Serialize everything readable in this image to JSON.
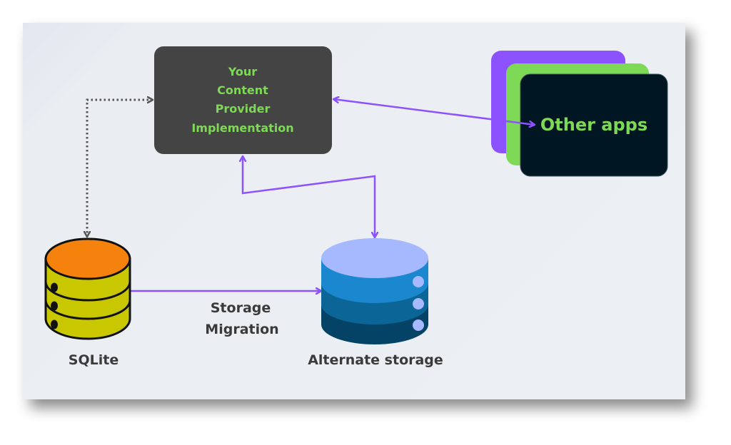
{
  "diagram": {
    "nodes": {
      "provider": {
        "lines": [
          "Your",
          "Content",
          "Provider",
          "Implementation"
        ],
        "fill": "#444444",
        "text_color": "#7ed957"
      },
      "other_apps": {
        "label": "Other apps",
        "fill": "#001622",
        "stack_colors": [
          "#8c52ff",
          "#7ed957",
          "#001622"
        ],
        "text_color": "#7ed957"
      },
      "sqlite": {
        "label": "SQLite",
        "top_color": "#f5820d",
        "body_color": "#c9c800"
      },
      "alternate_storage": {
        "label": "Alternate storage",
        "colors": [
          "#a6b9ff",
          "#1b87ce",
          "#0b6596",
          "#054366"
        ],
        "dot_color": "#a6b9ff"
      }
    },
    "edges": {
      "migration_label": [
        "Storage",
        "Migration"
      ]
    },
    "colors": {
      "arrow": "#8c52ff",
      "dotted_arrow": "#555555",
      "label_text": "#3a3a3a"
    }
  }
}
